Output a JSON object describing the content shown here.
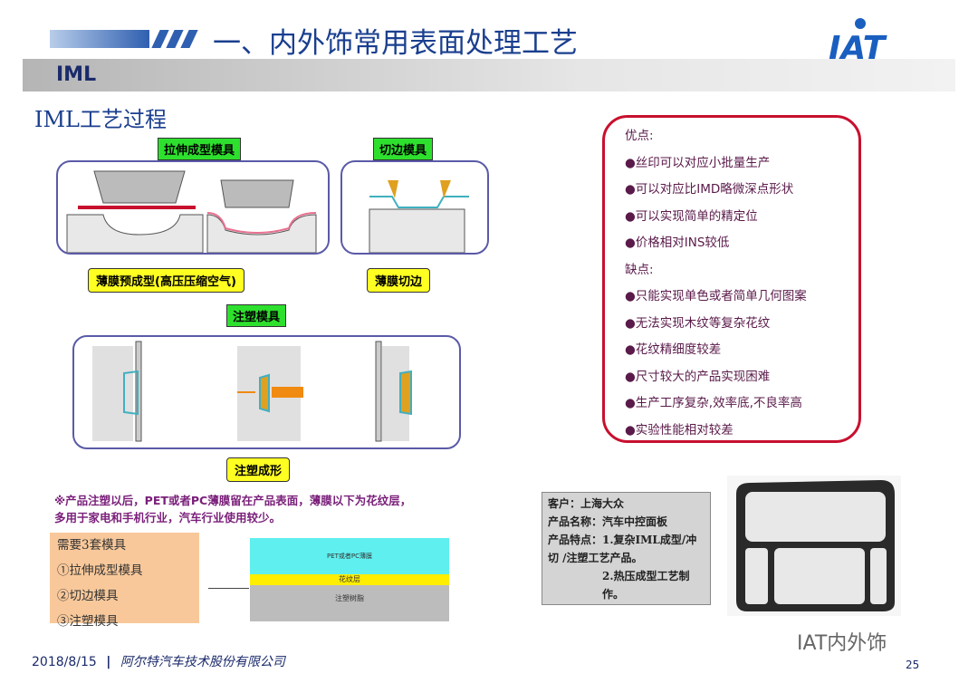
{
  "header": {
    "title": "一、内外饰常用表面处理工艺",
    "section": "IML",
    "logo": "IAT"
  },
  "subtitle": "IML工艺过程",
  "diagram": {
    "stretch_mold": "拉伸成型模具",
    "trim_mold": "切边模具",
    "preform": "薄膜预成型(高压压缩空气)",
    "trim": "薄膜切边",
    "injection_mold": "注塑模具",
    "injection_form": "注塑成形"
  },
  "note": [
    "※产品注塑以后，PET或者PC薄膜留在产品表面，薄膜以下为花纹层，",
    "多用于家电和手机行业，汽车行业使用较少。"
  ],
  "molds": {
    "title": "需要3套模具",
    "items": [
      "①拉伸成型模具",
      "②切边模具",
      "③注塑模具"
    ]
  },
  "layers": {
    "film": "PET或者PC薄膜",
    "pattern": "花纹层",
    "resin": "注塑树脂"
  },
  "pros_cons": {
    "pros_title": "优点:",
    "pros": [
      "●丝印可以对应小批量生产",
      "●可以对应比IMD略微深点形状",
      "●可以实现简单的精定位",
      "●价格相对INS较低"
    ],
    "cons_title": "缺点:",
    "cons": [
      "●只能实现单色或者简单几何图案",
      "●无法实现木纹等复杂花纹",
      "●花纹精细度较差",
      "●尺寸较大的产品实现困难",
      "●生产工序复杂,效率底,不良率高",
      "●实验性能相对较差"
    ]
  },
  "case": {
    "customer": "客户：上海大众",
    "product": "产品名称：汽车中控面板",
    "feature1": "产品特点：1.复杂IML成型/冲切 /注塑工艺产品。",
    "feature2": "2.热压成型工艺制作。"
  },
  "footer": {
    "date": "2018/8/15",
    "company": "阿尔特汽车技术股份有限公司",
    "page": "25",
    "watermark": "IAT内外饰"
  }
}
